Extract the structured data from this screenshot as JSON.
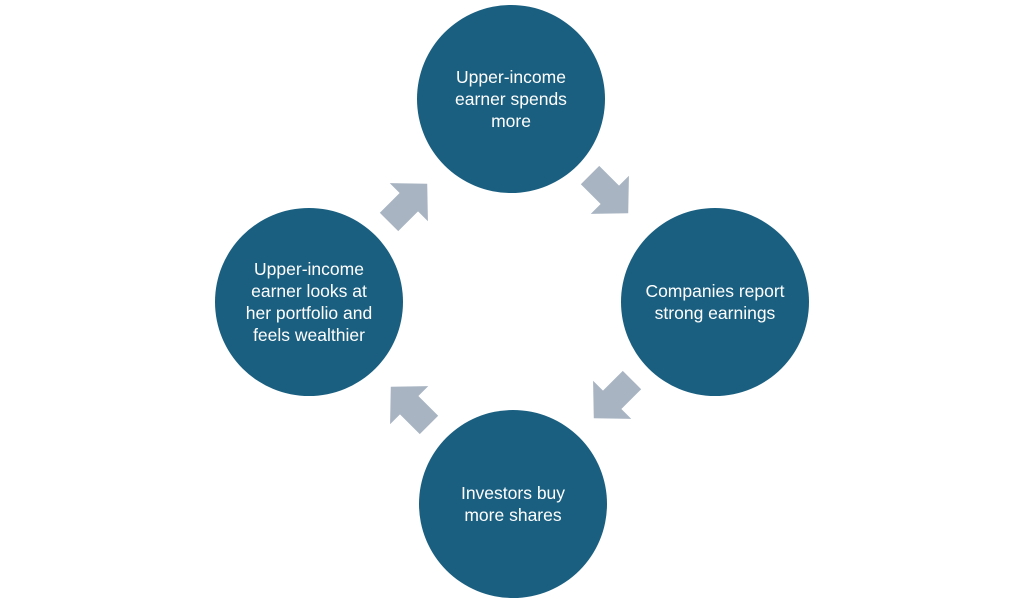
{
  "cycle": {
    "nodes": [
      {
        "id": "top",
        "label": "Upper-income earner spends more"
      },
      {
        "id": "right",
        "label": "Companies report strong earnings"
      },
      {
        "id": "bottom",
        "label": "Investors buy more shares"
      },
      {
        "id": "left",
        "label": "Upper-income earner looks at her portfolio and feels wealthier"
      }
    ],
    "colors": {
      "node_fill": "#1a5f80",
      "node_text": "#ffffff",
      "arrow_fill": "#a8b4c2"
    }
  }
}
